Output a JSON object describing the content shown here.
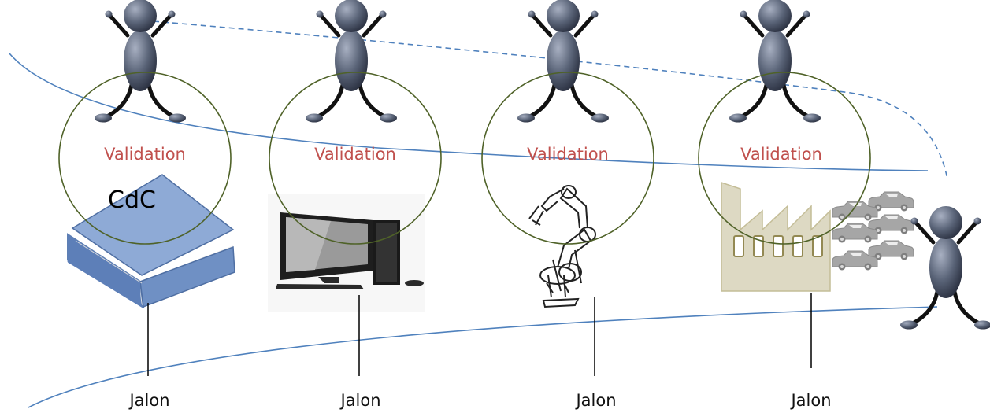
{
  "stages": [
    {
      "validation_label": "Validation",
      "milestone_label": "Jalon",
      "object_icon": "book-icon"
    },
    {
      "validation_label": "Validation",
      "milestone_label": "Jalon",
      "object_icon": "computer-icon"
    },
    {
      "validation_label": "Validation",
      "milestone_label": "Jalon",
      "object_icon": "robot-arm-icon"
    },
    {
      "validation_label": "Validation",
      "milestone_label": "Jalon",
      "object_icon": "factory-icon"
    }
  ],
  "book_label": "CdC",
  "colors": {
    "validation_text": "#c0504d",
    "circle_stroke": "#4f6228",
    "curve": "#4f81bd",
    "figure": "#515a6d",
    "book": "#6f90c4",
    "factory": "#ddd9c3",
    "car": "#a6a6a6"
  }
}
